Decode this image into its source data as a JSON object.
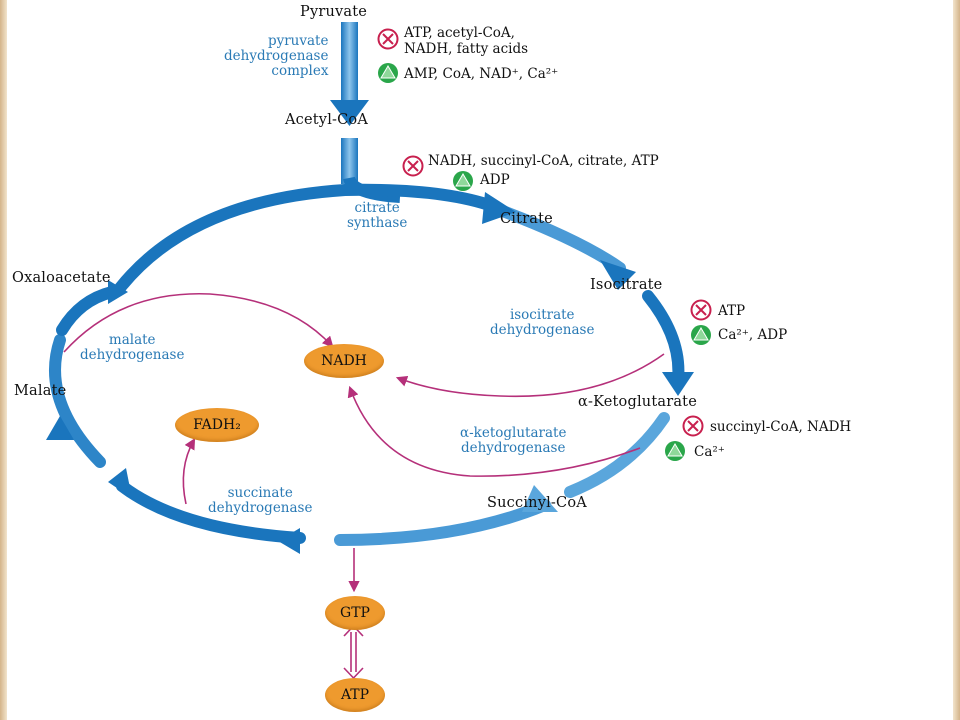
{
  "metabolites": {
    "pyruvate": "Pyruvate",
    "acetyl_coa": "Acetyl-CoA",
    "citrate": "Citrate",
    "isocitrate": "Isocitrate",
    "alpha_ketoglutarate": "α-Ketoglutarate",
    "succinyl_coa": "Succinyl-CoA",
    "malate": "Malate",
    "oxaloacetate": "Oxaloacetate"
  },
  "enzymes": {
    "pdh": [
      "pyruvate",
      "dehydrogenase",
      "complex"
    ],
    "citrate_synthase": [
      "citrate",
      "synthase"
    ],
    "isocitrate_dh": [
      "isocitrate",
      "dehydrogenase"
    ],
    "akg_dh": [
      "α-ketoglutarate",
      "dehydrogenase"
    ],
    "succinate_dh": [
      "succinate",
      "dehydrogenase"
    ],
    "malate_dh": [
      "malate",
      "dehydrogenase"
    ]
  },
  "regulators": {
    "pdh_inhibitors": [
      "ATP, acetyl-CoA,",
      "NADH, fatty acids"
    ],
    "pdh_activators": "AMP, CoA, NAD⁺, Ca²⁺",
    "cs_inhibitors": "NADH, succinyl-CoA, citrate, ATP",
    "cs_activators": "ADP",
    "idh_inhibitors": "ATP",
    "idh_activators": "Ca²⁺, ADP",
    "akgdh_inhibitors": "succinyl-CoA, NADH",
    "akgdh_activators": "Ca²⁺"
  },
  "cofactors": {
    "nadh": "NADH",
    "fadh2": "FADH₂",
    "gtp": "GTP",
    "atp": "ATP"
  },
  "colors": {
    "cycle_arrow": "#1a75bd",
    "enzyme_text": "#2a7ab5",
    "cofactor_arrow": "#b5307a",
    "cofactor_fill": "#ee9a2e",
    "inhibitor": "#c8204e",
    "activator": "#2aa64a",
    "frame": "#d4b48a"
  },
  "icons": {
    "inhibitor": "circled-x-icon",
    "activator": "green-triangle-icon"
  }
}
